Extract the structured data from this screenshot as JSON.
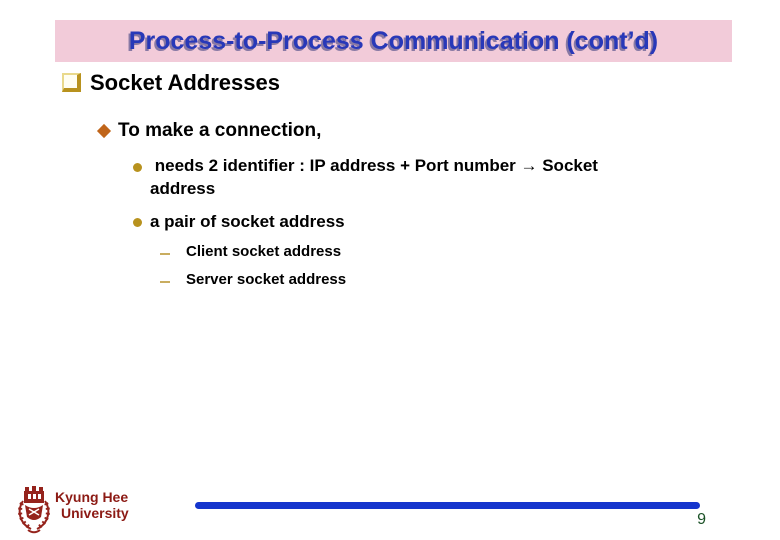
{
  "slide": {
    "title": "Process-to-Process Communication (cont’d)",
    "bullets": {
      "l1": "Socket Addresses",
      "l2": "To make a connection,",
      "l3a": " needs 2 identifier : IP address + Port number → Socket\naddress",
      "l3b": "a pair of socket address",
      "l4a": "Client socket address",
      "l4b": "Server socket address"
    },
    "footer": {
      "org_line1": "Kyung Hee",
      "org_line2": "University",
      "page_number": "9"
    },
    "colors": {
      "title_text": "#2838B8",
      "title_bg": "#F2CBD9",
      "accent_line": "#1535CD",
      "maroon": "#8C1A14",
      "page_number_green": "#1A5126",
      "bullet_gold": "#B8921E",
      "bullet_diamond": "#C0651A"
    }
  }
}
